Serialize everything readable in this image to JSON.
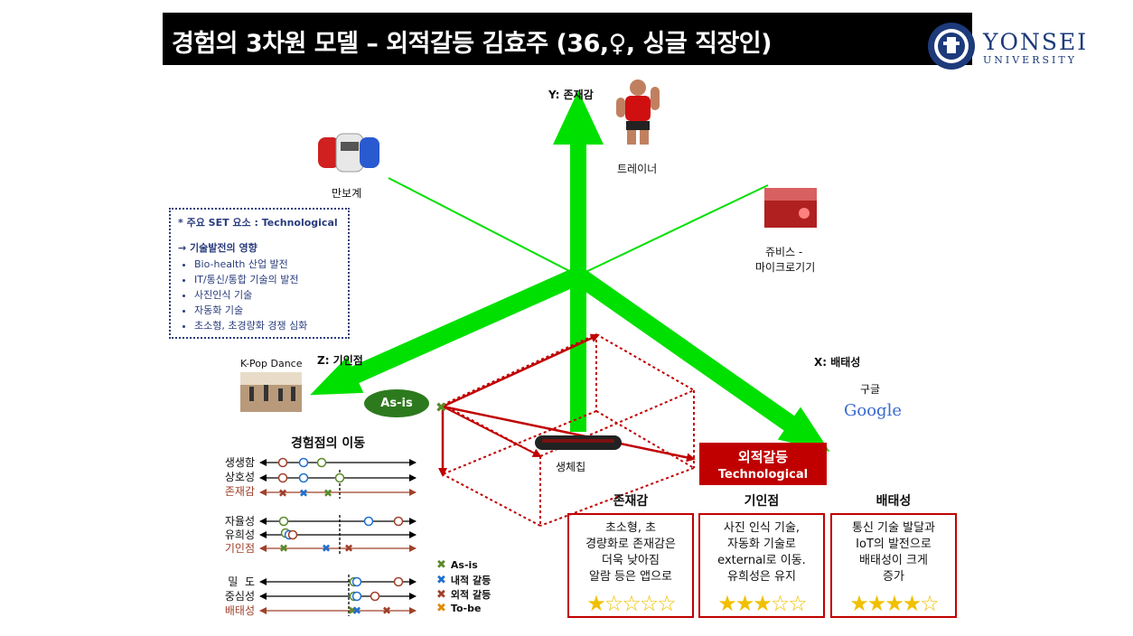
{
  "header": {
    "title": "경험의 3차원 모델 – 외적갈등 김효주 (36,♀, 싱글 직장인)",
    "logo_line1": "YONSEI",
    "logo_line2": "UNIVERSITY"
  },
  "axes": {
    "y_label": "Y: 존재감",
    "x_label": "X: 배태성",
    "z_label": "Z: 기인점"
  },
  "images": {
    "trainer": "트레이너",
    "pedometer": "만보계",
    "juvis": "쥬비스 -",
    "juvis2": "마이크로기기",
    "kpop": "K-Pop Dance",
    "google": "구글",
    "google_logo": "Google",
    "biochip": "생체칩"
  },
  "set_box": {
    "title": "* 주요 SET 요소 : Technological",
    "heading": "→ 기술발전의 영향",
    "items": [
      "Bio-health 산업 발전",
      "IT/통신/통합 기술의 발전",
      "사진인식 기술",
      "자동화 기술",
      "초소형, 초경량화 경쟁 심화"
    ]
  },
  "state": {
    "asis": "As-is",
    "external_title": "외적갈등",
    "external_sub": "Technological"
  },
  "migration": {
    "title": "경험점의 이동",
    "groups": [
      {
        "rows": [
          "생생함",
          "상호성",
          "존재감"
        ]
      },
      {
        "rows": [
          "자율성",
          "유희성",
          "기인점"
        ]
      },
      {
        "rows": [
          "밀  도",
          "중심성",
          "배태성"
        ]
      }
    ],
    "legend": [
      "As-is",
      "내적 갈등",
      "외적 갈등",
      "To-be"
    ]
  },
  "dimensions": [
    {
      "head": "존재감",
      "lines": [
        "초소형, 초",
        "경량화로 존재감은",
        "더욱 낮아짐",
        "알람 등은 앱으로"
      ],
      "stars": 1
    },
    {
      "head": "기인점",
      "lines": [
        "사진 인식 기술,",
        "자동화 기술로",
        "external로 이동.",
        "유희성은 유지"
      ],
      "stars": 3
    },
    {
      "head": "배태성",
      "lines": [
        "통신 기술 발달과",
        "IoT의 발전으로",
        "배태성이 크게",
        "증가"
      ],
      "stars": 4
    }
  ],
  "colors": {
    "axis_green": "#00e000",
    "red": "#c00000",
    "asis_green": "#5a8a2a",
    "inner_blue": "#1e6fd0",
    "outer_brown": "#a0402a",
    "tobe_orange": "#e08a00",
    "star_gold": "#f0c000"
  }
}
